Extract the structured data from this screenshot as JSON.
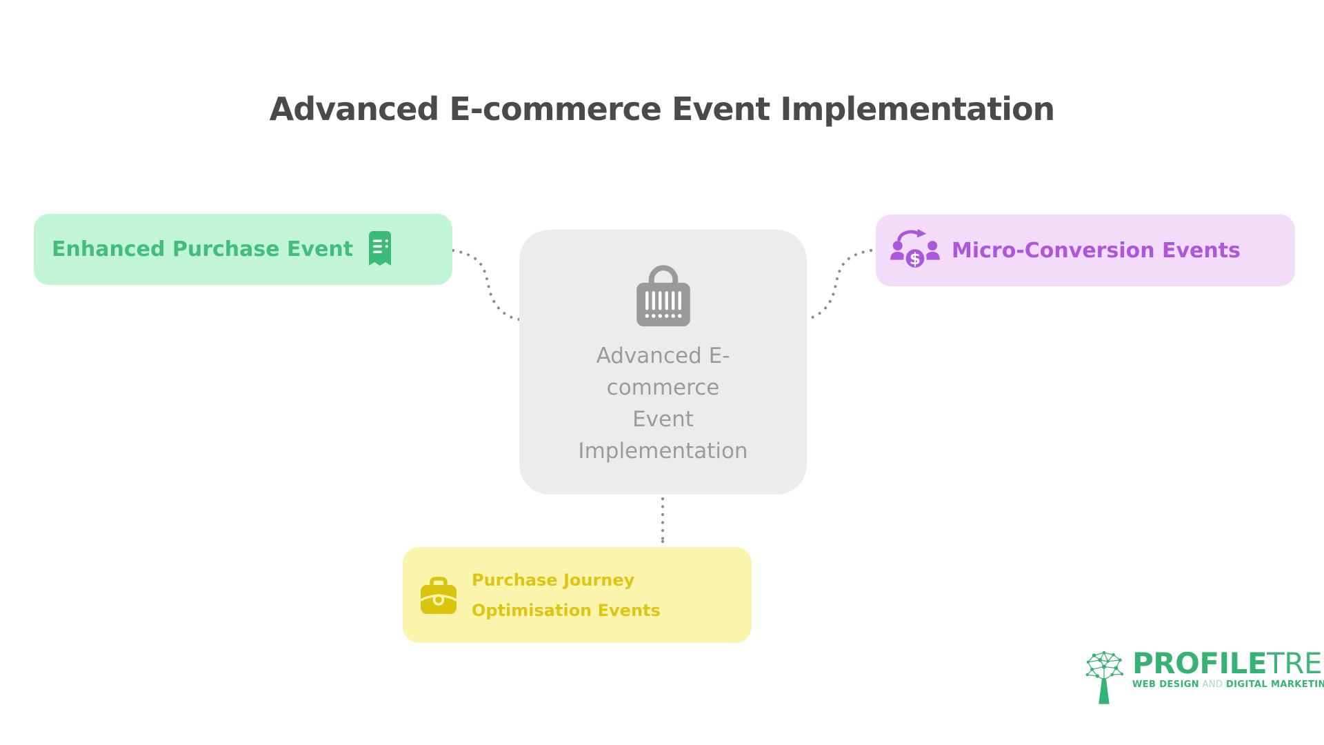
{
  "title": "Advanced E-commerce Event Implementation",
  "center_node": {
    "icon": "shopping-bag-barcode-icon",
    "label": "Advanced E-commerce Event Implementation",
    "label_lines": [
      "Advanced E-",
      "commerce",
      "Event",
      "Implementation"
    ],
    "bg_color": "#ececec",
    "text_color": "#9b9b9b"
  },
  "nodes": {
    "enhanced_purchase": {
      "label": "Enhanced Purchase Event",
      "icon": "receipt-icon",
      "bg_color": "#c2f4d7",
      "text_color": "#43bd7c"
    },
    "micro_conversion": {
      "label": "Micro-Conversion Events",
      "icon": "money-conversion-icon",
      "bg_color": "#f3dcfa",
      "text_color": "#ab57dd"
    },
    "purchase_journey": {
      "label": "Purchase Journey Optimisation Events",
      "icon": "briefcase-icon",
      "bg_color": "#fbf4ad",
      "text_color": "#ddc613"
    }
  },
  "connector_color": "#8c8c8c",
  "coin_symbol": "$",
  "logo": {
    "name_bold": "PROFILE",
    "name_light": "TREE",
    "tagline_web_design": "WEB DESIGN",
    "tagline_and": " AND ",
    "tagline_marketing": "DIGITAL MARKETING",
    "brand_color": "#36b273"
  }
}
